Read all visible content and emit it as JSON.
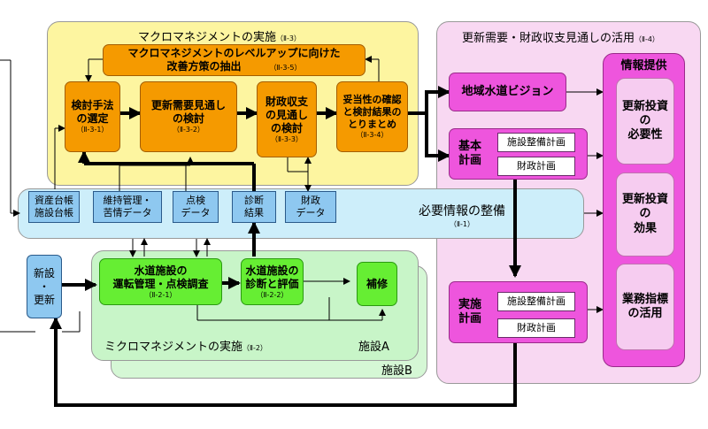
{
  "macro": {
    "title": "マクロマネジメントの実施",
    "ref": "（Ⅱ-3）",
    "improve_line1": "マクロマネジメントのレベルアップに向けた",
    "improve_line2": "改善方策の抽出",
    "improve_ref": "（Ⅱ-3-5）",
    "steps": [
      {
        "l1": "検討手法",
        "l2": "の選定",
        "l3": "",
        "ref": "（Ⅱ-3-1）"
      },
      {
        "l1": "更新需要見通し",
        "l2": "の検討",
        "l3": "",
        "ref": "（Ⅱ-3-2）"
      },
      {
        "l1": "財政収支",
        "l2": "の見通し",
        "l3": "の検討",
        "ref": "（Ⅱ-3-3）"
      },
      {
        "l1": "妥当性の確認",
        "l2": "と検討結果の",
        "l3": "とりまとめ",
        "ref": "（Ⅱ-3-4）"
      }
    ]
  },
  "renewal": {
    "title": "更新需要・財政収支見通しの活用",
    "ref": "（Ⅱ-4）",
    "vision": "地域水道ビジョン",
    "basic_l1": "基本",
    "basic_l2": "計画",
    "impl_l1": "実施",
    "impl_l2": "計画",
    "facility_plan": "施設整備計画",
    "finance_plan": "財政計画",
    "info": {
      "title": "情報提供",
      "items": [
        {
          "l1": "更新投資",
          "l2": "の",
          "l3": "必要性"
        },
        {
          "l1": "更新投資",
          "l2": "の",
          "l3": "効果"
        },
        {
          "l1": "業務指標",
          "l2": "の活用",
          "l3": ""
        }
      ]
    }
  },
  "info_band": {
    "title": "必要情報の整備",
    "ref": "（Ⅱ-1）",
    "items": [
      {
        "l1": "資産台帳",
        "l2": "施設台帳"
      },
      {
        "l1": "維持管理・",
        "l2": "苦情データ"
      },
      {
        "l1": "点検",
        "l2": "データ"
      },
      {
        "l1": "診断",
        "l2": "結果"
      },
      {
        "l1": "財政",
        "l2": "データ"
      }
    ]
  },
  "micro": {
    "title": "ミクロマネジメントの実施",
    "ref": "（Ⅱ-2）",
    "facility_a": "施設A",
    "facility_b": "施設B",
    "new_l1": "新設",
    "new_l2": "・",
    "new_l3": "更新",
    "ops_l1": "水道施設の",
    "ops_l2": "運転管理・点検調査",
    "ops_ref": "（Ⅱ-2-1）",
    "diag_l1": "水道施設の",
    "diag_l2": "診断と評価",
    "diag_ref": "（Ⅱ-2-2）",
    "repair": "補修"
  },
  "colors": {
    "macro_bg": "#fdf5a0",
    "renewal_bg": "#f8d8f2",
    "band_bg": "#cdeefa",
    "micro_bg": "#c8f5c8",
    "facility_b_bg": "#d5f7d5",
    "orange": "#f59a00",
    "green": "#66ee33",
    "pink": "#ee55dd"
  }
}
